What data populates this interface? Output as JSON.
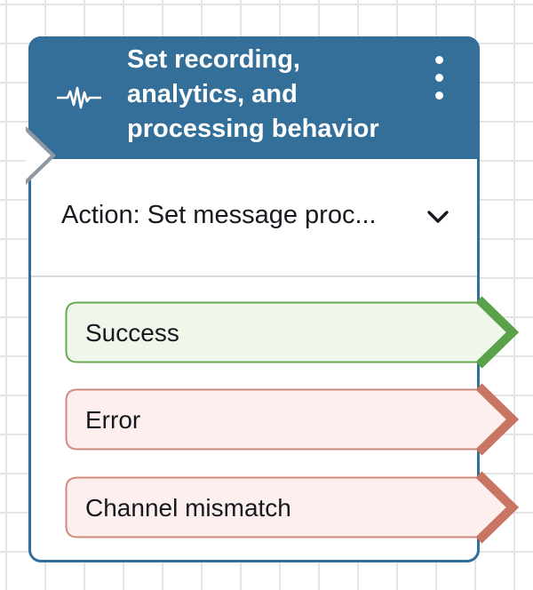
{
  "block": {
    "title": "Set recording, analytics, and processing behavior",
    "header_icon": "waveform-icon",
    "menu_icon": "more-vertical-icon",
    "action_text": "Action: Set message proc...",
    "action_chevron_icon": "chevron-down-icon"
  },
  "branches": [
    {
      "label": "Success",
      "status": "success",
      "fill": "#eef7ea",
      "stroke": "#6aaa55",
      "arrow": "#5aa24a"
    },
    {
      "label": "Error",
      "status": "error",
      "fill": "#fcefed",
      "stroke": "#d28a7c",
      "arrow": "#c97563"
    },
    {
      "label": "Channel mismatch",
      "status": "error",
      "fill": "#fcefed",
      "stroke": "#d28a7c",
      "arrow": "#c97563"
    }
  ],
  "colors": {
    "header": "#336f99",
    "border": "#2f6f99",
    "input_port": "#8e98a3"
  }
}
